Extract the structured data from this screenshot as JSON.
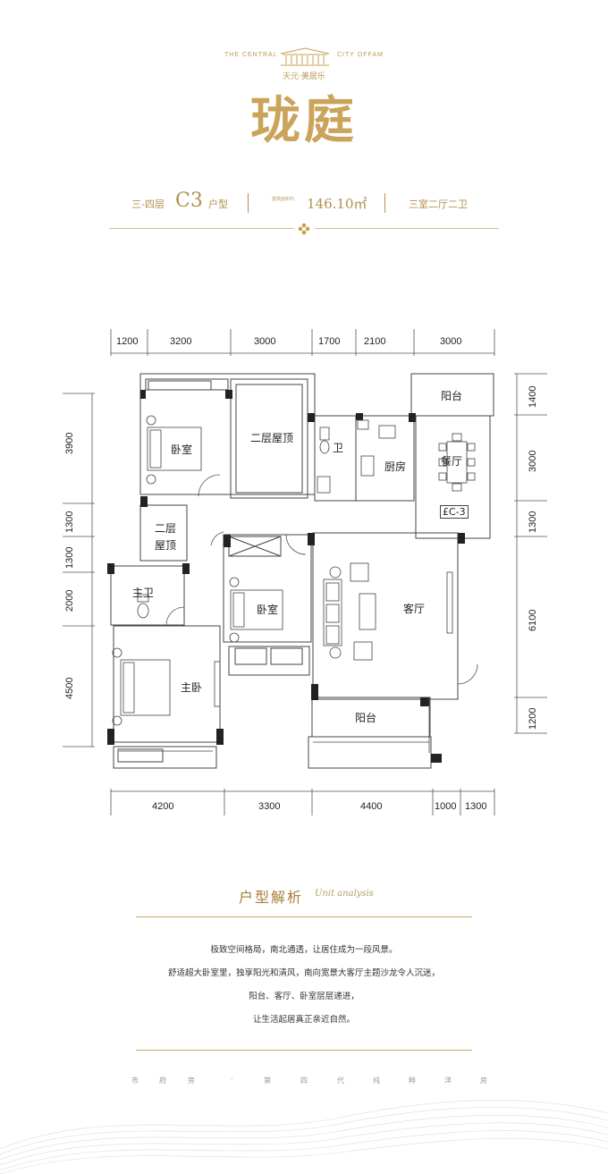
{
  "brand": {
    "en_left": "THE CENTRAL",
    "en_right": "CITY OFFAM",
    "sub": "天元·美居乐",
    "title": "珑庭"
  },
  "unit": {
    "floors": "三-四层",
    "code": "C3",
    "type_suffix": "户型",
    "area_label": "建筑面积约",
    "area": "146.10㎡",
    "layout": "三室二厅二卫"
  },
  "dimensions": {
    "top": [
      "1200",
      "3200",
      "3000",
      "1700",
      "2100",
      "3000"
    ],
    "bottom": [
      "4200",
      "3300",
      "4400",
      "1000",
      "1300"
    ],
    "left": [
      "3900",
      "1300",
      "1300",
      "2000",
      "4500"
    ],
    "right": [
      "1400",
      "3000",
      "1300",
      "6100",
      "1200"
    ]
  },
  "rooms": {
    "bedroom_nw": "卧室",
    "roof_2f": "二层屋顶",
    "bath_small": "卫",
    "kitchen": "厨房",
    "balcony_ne": "阳台",
    "dining": "餐厅",
    "ac_tag": "£C-3",
    "roof_2f_small_a": "二层",
    "roof_2f_small_b": "屋顶",
    "master_bath": "主卫",
    "bedroom_mid": "卧室",
    "living": "客厅",
    "master_bed": "主卧",
    "balcony_s": "阳台"
  },
  "analysis": {
    "title_cn": "户型解析",
    "title_en": "Unit analysis",
    "lines": [
      "极致空间格局，南北通透，让居住成为一段风景。",
      "舒适超大卧室里，独享阳光和清风，南向宽景大客厅主题沙龙令人沉迷，",
      "阳台、客厅、卧室层层递进，",
      "让生活起居真正亲近自然。"
    ]
  },
  "slogan": [
    "市",
    "府",
    "旁",
    "·",
    "第",
    "四",
    "代",
    "纯",
    "粹",
    "洋",
    "房"
  ]
}
